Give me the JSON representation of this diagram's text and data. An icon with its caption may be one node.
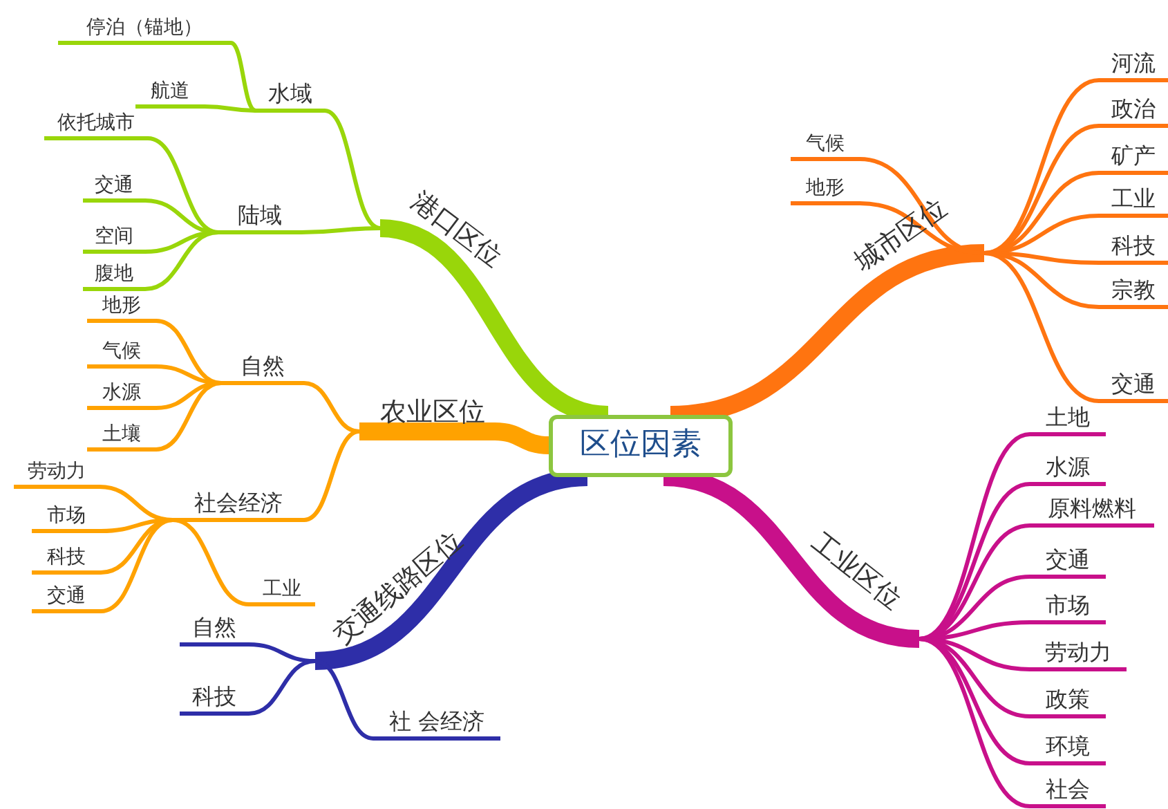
{
  "diagram": {
    "nodes": [
      {
        "text": [
          "区位因素"
        ]
      },
      {
        "text": [
          "港口区位"
        ]
      },
      {
        "text": [
          "水域"
        ]
      },
      {
        "text": [
          "停泊（锚地）"
        ]
      },
      {
        "text": [
          "航道"
        ]
      },
      {
        "text": [
          "陆域"
        ]
      },
      {
        "text": [
          "依托城市"
        ]
      },
      {
        "text": [
          "交通"
        ]
      },
      {
        "text": [
          "空间"
        ]
      },
      {
        "text": [
          "腹地"
        ]
      },
      {
        "text": [
          "农业区位"
        ]
      },
      {
        "text": [
          "自然"
        ]
      },
      {
        "text": [
          "地形"
        ]
      },
      {
        "text": [
          "气候"
        ]
      },
      {
        "text": [
          "水源"
        ]
      },
      {
        "text": [
          "土壤"
        ]
      },
      {
        "text": [
          "社会经济"
        ]
      },
      {
        "text": [
          "劳动力"
        ]
      },
      {
        "text": [
          "市场"
        ]
      },
      {
        "text": [
          "科技"
        ]
      },
      {
        "text": [
          "交通"
        ]
      },
      {
        "text": [
          "工业"
        ]
      },
      {
        "text": [
          "交通线路区位"
        ]
      },
      {
        "text": [
          "自然"
        ]
      },
      {
        "text": [
          "科技"
        ]
      },
      {
        "text": [
          "社 会经济"
        ]
      },
      {
        "text": [
          "城市区位"
        ]
      },
      {
        "text": [
          "气候"
        ]
      },
      {
        "text": [
          "地形"
        ]
      },
      {
        "text": [
          "河流"
        ]
      },
      {
        "text": [
          "政治"
        ]
      },
      {
        "text": [
          "矿产"
        ]
      },
      {
        "text": [
          "工业"
        ]
      },
      {
        "text": [
          "科技"
        ]
      },
      {
        "text": [
          "宗教"
        ]
      },
      {
        "text": [
          "交通"
        ]
      },
      {
        "text": [
          "工业区位"
        ]
      },
      {
        "text": [
          "土地"
        ]
      },
      {
        "text": [
          "水源"
        ]
      },
      {
        "text": [
          "原料燃料"
        ]
      },
      {
        "text": [
          "交通"
        ]
      },
      {
        "text": [
          "市场"
        ]
      },
      {
        "text": [
          "劳动力"
        ]
      },
      {
        "text": [
          "政策"
        ]
      },
      {
        "text": [
          "环境"
        ]
      },
      {
        "text": [
          "社会"
        ]
      }
    ],
    "edges": [
      {
        "from": 0,
        "to": 1,
        "arrow": "none",
        "style": "thick",
        "color": "#99d60a"
      },
      {
        "from": 1,
        "to": 2,
        "arrow": "none",
        "color": "#99d60a"
      },
      {
        "from": 2,
        "to": 3,
        "arrow": "none",
        "color": "#99d60a"
      },
      {
        "from": 2,
        "to": 4,
        "arrow": "none",
        "color": "#99d60a"
      },
      {
        "from": 1,
        "to": 5,
        "arrow": "none",
        "color": "#99d60a"
      },
      {
        "from": 5,
        "to": 6,
        "arrow": "none",
        "color": "#99d60a"
      },
      {
        "from": 5,
        "to": 7,
        "arrow": "none",
        "color": "#99d60a"
      },
      {
        "from": 5,
        "to": 8,
        "arrow": "none",
        "color": "#99d60a"
      },
      {
        "from": 5,
        "to": 9,
        "arrow": "none",
        "color": "#99d60a"
      },
      {
        "from": 0,
        "to": 10,
        "arrow": "none",
        "style": "thick",
        "color": "#ffa200"
      },
      {
        "from": 10,
        "to": 11,
        "arrow": "none",
        "color": "#ffa200"
      },
      {
        "from": 11,
        "to": 12,
        "arrow": "none",
        "color": "#ffa200"
      },
      {
        "from": 11,
        "to": 13,
        "arrow": "none",
        "color": "#ffa200"
      },
      {
        "from": 11,
        "to": 14,
        "arrow": "none",
        "color": "#ffa200"
      },
      {
        "from": 11,
        "to": 15,
        "arrow": "none",
        "color": "#ffa200"
      },
      {
        "from": 10,
        "to": 16,
        "arrow": "none",
        "color": "#ffa200"
      },
      {
        "from": 16,
        "to": 17,
        "arrow": "none",
        "color": "#ffa200"
      },
      {
        "from": 16,
        "to": 18,
        "arrow": "none",
        "color": "#ffa200"
      },
      {
        "from": 16,
        "to": 19,
        "arrow": "none",
        "color": "#ffa200"
      },
      {
        "from": 16,
        "to": 20,
        "arrow": "none",
        "color": "#ffa200"
      },
      {
        "from": 16,
        "to": 21,
        "arrow": "none",
        "color": "#ffa200"
      },
      {
        "from": 0,
        "to": 22,
        "arrow": "none",
        "style": "thick",
        "color": "#2e2ea8"
      },
      {
        "from": 22,
        "to": 23,
        "arrow": "none",
        "color": "#2e2ea8"
      },
      {
        "from": 22,
        "to": 24,
        "arrow": "none",
        "color": "#2e2ea8"
      },
      {
        "from": 22,
        "to": 25,
        "arrow": "none",
        "color": "#2e2ea8"
      },
      {
        "from": 0,
        "to": 26,
        "arrow": "none",
        "style": "thick",
        "color": "#ff7410"
      },
      {
        "from": 26,
        "to": 27,
        "arrow": "none",
        "color": "#ff7410"
      },
      {
        "from": 26,
        "to": 28,
        "arrow": "none",
        "color": "#ff7410"
      },
      {
        "from": 26,
        "to": 29,
        "arrow": "none",
        "color": "#ff7410"
      },
      {
        "from": 26,
        "to": 30,
        "arrow": "none",
        "color": "#ff7410"
      },
      {
        "from": 26,
        "to": 31,
        "arrow": "none",
        "color": "#ff7410"
      },
      {
        "from": 26,
        "to": 32,
        "arrow": "none",
        "color": "#ff7410"
      },
      {
        "from": 26,
        "to": 33,
        "arrow": "none",
        "color": "#ff7410"
      },
      {
        "from": 26,
        "to": 34,
        "arrow": "none",
        "color": "#ff7410"
      },
      {
        "from": 26,
        "to": 35,
        "arrow": "none",
        "color": "#ff7410"
      },
      {
        "from": 0,
        "to": 36,
        "arrow": "none",
        "style": "thick",
        "color": "#c8108a"
      },
      {
        "from": 36,
        "to": 37,
        "arrow": "none",
        "color": "#c8108a"
      },
      {
        "from": 36,
        "to": 38,
        "arrow": "none",
        "color": "#c8108a"
      },
      {
        "from": 36,
        "to": 39,
        "arrow": "none",
        "color": "#c8108a"
      },
      {
        "from": 36,
        "to": 40,
        "arrow": "none",
        "color": "#c8108a"
      },
      {
        "from": 36,
        "to": 41,
        "arrow": "none",
        "color": "#c8108a"
      },
      {
        "from": 36,
        "to": 42,
        "arrow": "none",
        "color": "#c8108a"
      },
      {
        "from": 36,
        "to": 43,
        "arrow": "none",
        "color": "#c8108a"
      },
      {
        "from": 36,
        "to": 44,
        "arrow": "none",
        "color": "#c8108a"
      },
      {
        "from": 36,
        "to": 45,
        "arrow": "none",
        "color": "#c8108a"
      }
    ]
  }
}
